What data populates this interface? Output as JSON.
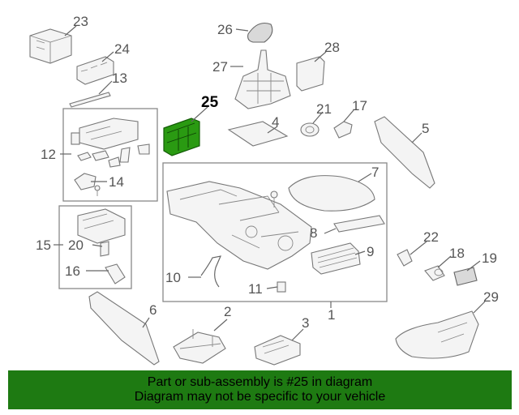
{
  "diagram": {
    "highlight_part": "25",
    "highlight_color": "#2a9a12",
    "callouts": [
      "1",
      "2",
      "3",
      "4",
      "5",
      "6",
      "7",
      "8",
      "9",
      "10",
      "11",
      "12",
      "13",
      "14",
      "15",
      "16",
      "17",
      "18",
      "19",
      "20",
      "21",
      "22",
      "23",
      "24",
      "25",
      "26",
      "27",
      "28",
      "29"
    ]
  },
  "banner": {
    "line1": "Part or sub-assembly is #25 in diagram",
    "line2": "Diagram may not be specific to your vehicle",
    "background": "#1e7a12"
  }
}
